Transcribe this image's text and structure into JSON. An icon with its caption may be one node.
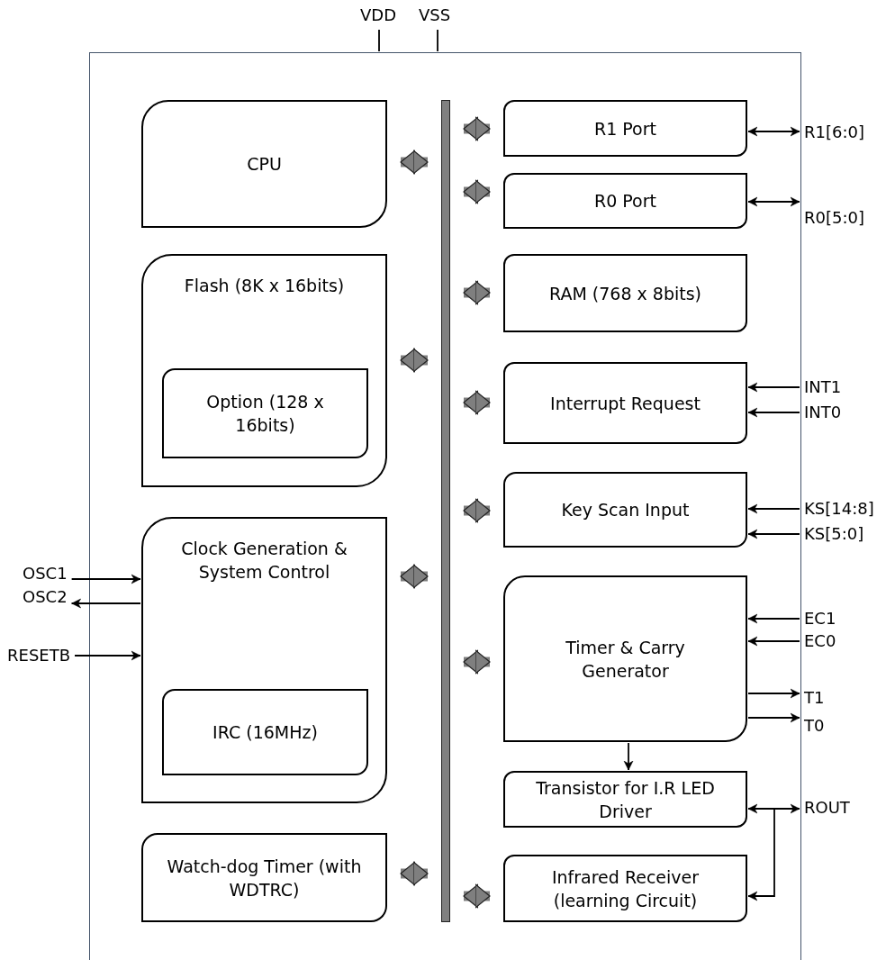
{
  "diagram": {
    "nodes": [
      {
        "text": [],
        "shape": "box"
      },
      {
        "text": [],
        "shape": "bar",
        "in": 0
      },
      {
        "text": [
          "CPU"
        ],
        "in": 0
      },
      {
        "text": [
          "Flash (8K x 16bits)"
        ],
        "in": 0
      },
      {
        "text": [
          "Option (128 x 16bits)"
        ],
        "in": 3
      },
      {
        "text": [
          "Clock Generation & System Control"
        ],
        "in": 0
      },
      {
        "text": [
          "IRC (16MHz)"
        ],
        "in": 5
      },
      {
        "text": [
          "Watch-dog Timer (with WDTRC)"
        ],
        "in": 0
      },
      {
        "text": [
          "R1 Port"
        ],
        "in": 0
      },
      {
        "text": [
          "R0 Port"
        ],
        "in": 0
      },
      {
        "text": [
          "RAM (768 x 8bits)"
        ],
        "in": 0
      },
      {
        "text": [
          "Interrupt Request"
        ],
        "in": 0
      },
      {
        "text": [
          "Key Scan Input"
        ],
        "in": 0
      },
      {
        "text": [
          "Timer & Carry Generator"
        ],
        "in": 0
      },
      {
        "text": [
          "Transistor for I.R LED Driver"
        ],
        "in": 0
      },
      {
        "text": [
          "Infrared Receiver (learning Circuit)"
        ],
        "in": 0
      },
      {
        "text": [
          "VDD"
        ]
      },
      {
        "text": [
          "VSS"
        ]
      },
      {
        "text": [
          "R1[6:0]"
        ]
      },
      {
        "text": [
          "R0[5:0]"
        ]
      },
      {
        "text": [
          "INT1"
        ]
      },
      {
        "text": [
          "INT0"
        ]
      },
      {
        "text": [
          "KS[14:8]"
        ]
      },
      {
        "text": [
          "KS[5:0]"
        ]
      },
      {
        "text": [
          "EC1"
        ]
      },
      {
        "text": [
          "EC0"
        ]
      },
      {
        "text": [
          "T1"
        ]
      },
      {
        "text": [
          "T0"
        ]
      },
      {
        "text": [
          "ROUT"
        ]
      },
      {
        "text": [
          "OSC1"
        ]
      },
      {
        "text": [
          "OSC2"
        ]
      },
      {
        "text": [
          "RESETB"
        ]
      }
    ],
    "edges": [
      {
        "from": 16,
        "to": 0,
        "arrow": "none"
      },
      {
        "from": 17,
        "to": 0,
        "arrow": "none"
      },
      {
        "from": 2,
        "to": 1,
        "arrow": "both",
        "style": "thick",
        "color": "#7f7f7f"
      },
      {
        "from": 3,
        "to": 1,
        "arrow": "both",
        "style": "thick",
        "color": "#7f7f7f"
      },
      {
        "from": 5,
        "to": 1,
        "arrow": "both",
        "style": "thick",
        "color": "#7f7f7f"
      },
      {
        "from": 7,
        "to": 1,
        "arrow": "both",
        "style": "thick",
        "color": "#7f7f7f"
      },
      {
        "from": 1,
        "to": 8,
        "arrow": "both",
        "style": "thick",
        "color": "#7f7f7f"
      },
      {
        "from": 1,
        "to": 9,
        "arrow": "both",
        "style": "thick",
        "color": "#7f7f7f"
      },
      {
        "from": 1,
        "to": 10,
        "arrow": "both",
        "style": "thick",
        "color": "#7f7f7f"
      },
      {
        "from": 1,
        "to": 11,
        "arrow": "both",
        "style": "thick",
        "color": "#7f7f7f"
      },
      {
        "from": 1,
        "to": 12,
        "arrow": "both",
        "style": "thick",
        "color": "#7f7f7f"
      },
      {
        "from": 1,
        "to": 13,
        "arrow": "both",
        "style": "thick",
        "color": "#7f7f7f"
      },
      {
        "from": 1,
        "to": 15,
        "arrow": "both",
        "style": "thick",
        "color": "#7f7f7f"
      },
      {
        "from": 8,
        "to": 18,
        "arrow": "both"
      },
      {
        "from": 9,
        "to": 19,
        "arrow": "both"
      },
      {
        "from": 20,
        "to": 11,
        "arrow": "to"
      },
      {
        "from": 21,
        "to": 11,
        "arrow": "to"
      },
      {
        "from": 22,
        "to": 12,
        "arrow": "to"
      },
      {
        "from": 23,
        "to": 12,
        "arrow": "to"
      },
      {
        "from": 24,
        "to": 13,
        "arrow": "to"
      },
      {
        "from": 25,
        "to": 13,
        "arrow": "to"
      },
      {
        "from": 13,
        "to": 26,
        "arrow": "to"
      },
      {
        "from": 13,
        "to": 27,
        "arrow": "to"
      },
      {
        "from": 13,
        "to": 14,
        "arrow": "to"
      },
      {
        "from": 14,
        "to": 28,
        "arrow": "both"
      },
      {
        "from": 28,
        "to": 15,
        "arrow": "to"
      },
      {
        "from": 29,
        "to": 5,
        "arrow": "to"
      },
      {
        "from": 5,
        "to": 30,
        "arrow": "to"
      },
      {
        "from": 31,
        "to": 5,
        "arrow": "to"
      }
    ]
  }
}
